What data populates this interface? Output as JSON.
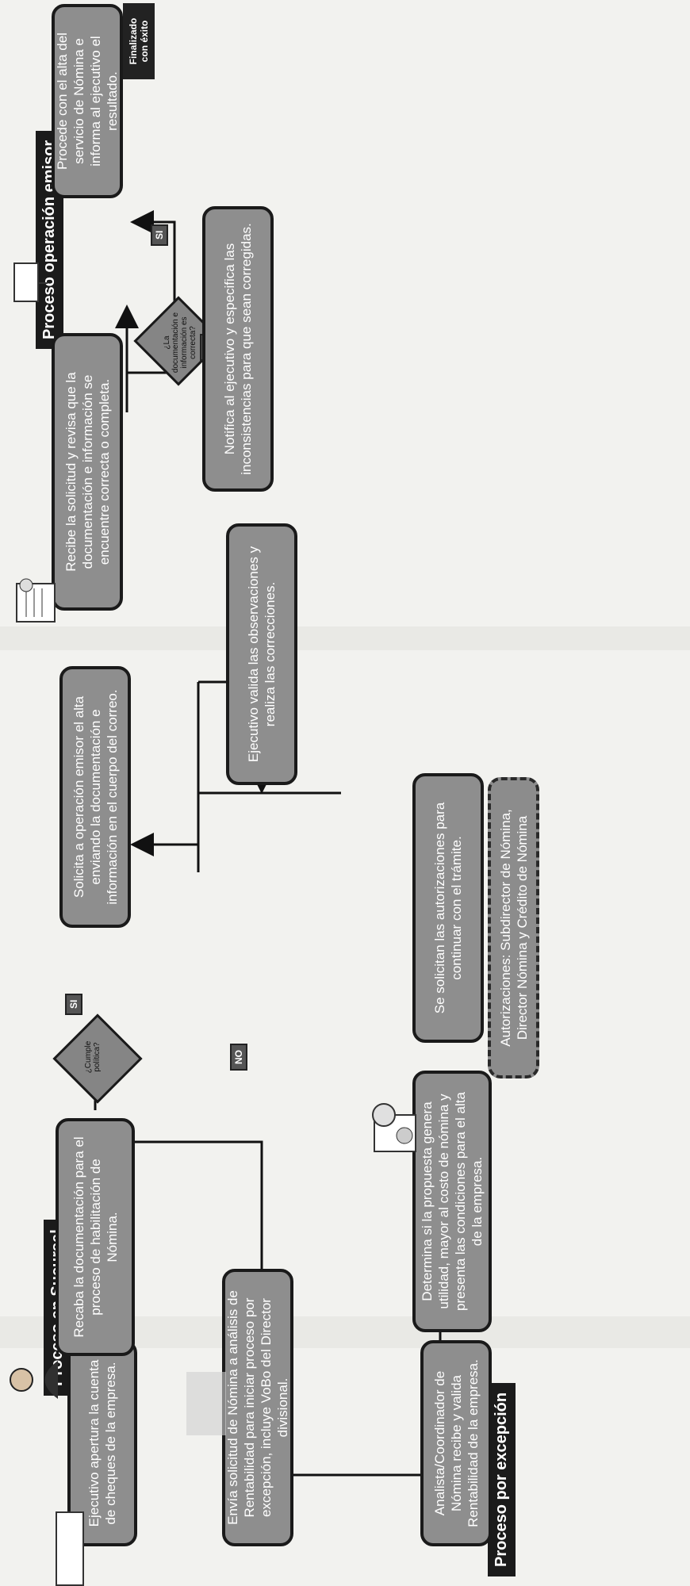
{
  "titles": {
    "sucursal": "Proceso en Sucursal",
    "emisor": "Proceso operación emisor",
    "excepcion": "Proceso por excepción"
  },
  "steps": {
    "s1": "Ejecutivo apertura la cuenta de cheques de la empresa.",
    "s2": "Recaba la documentación para el proceso de habilitación de Nómina.",
    "s3": "Solicita a operación emisor el alta enviando la documentación e información en el cuerpo del correo.",
    "s4": "Recibe la solicitud y revisa que la documentación e información se encuentre correcta o completa.",
    "s5": "Procede con el alta del servicio de Nómina e informa al ejecutivo el resultado.",
    "s6": "Notifica al ejecutivo y especifica las inconsistencias para que sean corregidas.",
    "s7": "Ejecutivo valida las observaciones y realiza las correcciones.",
    "s8": "Envía solicitud de Nómina a análisis de Rentabilidad para iniciar proceso por excepción, incluye VoBo del Director divisional.",
    "s9": "Analista/Coordinador de Nómina recibe y valida Rentabilidad de la empresa.",
    "s10": "Determina si la propuesta genera utilidad, mayor al costo de nómina y presenta las condiciones para el alta de la empresa.",
    "s11": "Se solicitan las autorizaciones para continuar con el trámite.",
    "s12": "Autorizaciones: Subdirector de Nómina, Director Nómina y Crédito de Nómina"
  },
  "decisions": {
    "d1": "¿Cumple política?",
    "d2": "¿La documentación e información es correcta?"
  },
  "labels": {
    "si": "SI",
    "no": "NO",
    "final": "Finalizado con éxito"
  },
  "colors": {
    "box": "#8e8e8e",
    "border": "#1a1a1a",
    "title_bg": "#1b1b1b"
  },
  "icons": [
    "executive-person-icon",
    "document-mail-icon",
    "presentation-board-icon",
    "money-analysis-icon",
    "blurred-image-icon"
  ]
}
